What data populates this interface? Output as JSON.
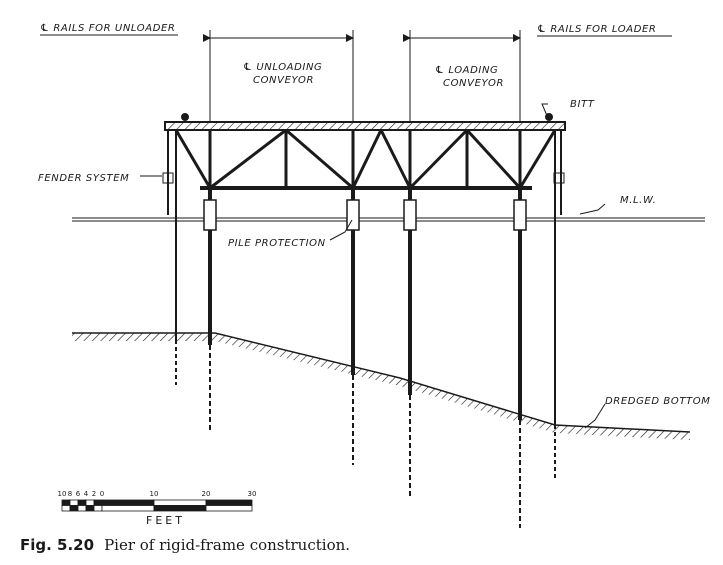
{
  "labels": {
    "rails_unloader": "℄ RAILS FOR UNLOADER",
    "rails_loader": "℄ RAILS FOR LOADER",
    "unloading_conveyor_1": "℄ UNLOADING",
    "unloading_conveyor_2": "CONVEYOR",
    "loading_conveyor_1": "℄ LOADING",
    "loading_conveyor_2": "CONVEYOR",
    "bitt": "BITT",
    "fender_system": "FENDER SYSTEM",
    "mlw": "M.L.W.",
    "pile_protection": "PILE PROTECTION",
    "dredged_bottom": "DREDGED BOTTOM"
  },
  "scale": {
    "ticks": [
      "10",
      "8",
      "6",
      "4",
      "2",
      "0",
      "10",
      "20",
      "30"
    ],
    "unit": "FEET"
  },
  "caption": {
    "figure": "Fig. 5.20",
    "text": "Pier of rigid-frame construction."
  },
  "colors": {
    "ink": "#1a1a1a"
  }
}
